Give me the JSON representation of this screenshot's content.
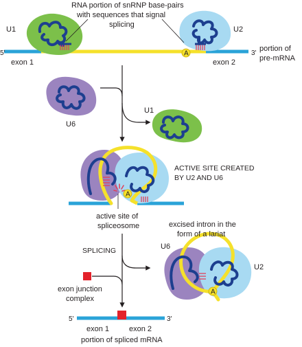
{
  "labels": {
    "snrnp_note_line1": "RNA portion of snRNP base-pairs",
    "snrnp_note_line2": "with sequences that signal",
    "snrnp_note_line3": "splicing",
    "u1_top": "U1",
    "u2_top": "U2",
    "five_prime_top": "5'",
    "three_prime_top": "3'",
    "portion_of_line1": "portion of",
    "portion_of_line2": "pre-mRNA",
    "exon1_top": "exon 1",
    "exon2_top": "exon 2",
    "branch_a_top": "A",
    "u6": "U6",
    "u1_released": "U1",
    "active_site_line1": "ACTIVE SITE CREATED",
    "active_site_line2": "BY U2 AND U6",
    "branch_a_mid": "A",
    "spliceosome_line1": "active site of",
    "spliceosome_line2": "spliceosome",
    "excised_line1": "excised intron in the",
    "excised_line2": "form of a lariat",
    "splicing": "SPLICING",
    "u6_lariat": "U6",
    "u2_lariat": "U2",
    "branch_a_lariat": "A",
    "ejc_line1": "exon junction",
    "ejc_line2": "complex",
    "five_prime_bottom": "5'",
    "three_prime_bottom": "3'",
    "exon1_bottom": "exon 1",
    "exon2_bottom": "exon 2",
    "spliced_caption": "portion of spliced mRNA"
  },
  "colors": {
    "u1_green": "#7cc04a",
    "u2_blue": "#a8daf2",
    "u6_purple": "#9b84bf",
    "rna_navy": "#1d3f8f",
    "exon_blue": "#2aa3d8",
    "intron_yellow": "#f5e12b",
    "base_pair_red": "#e0425c",
    "ejc_red": "#e3222b",
    "arrow_black": "#231f20"
  }
}
